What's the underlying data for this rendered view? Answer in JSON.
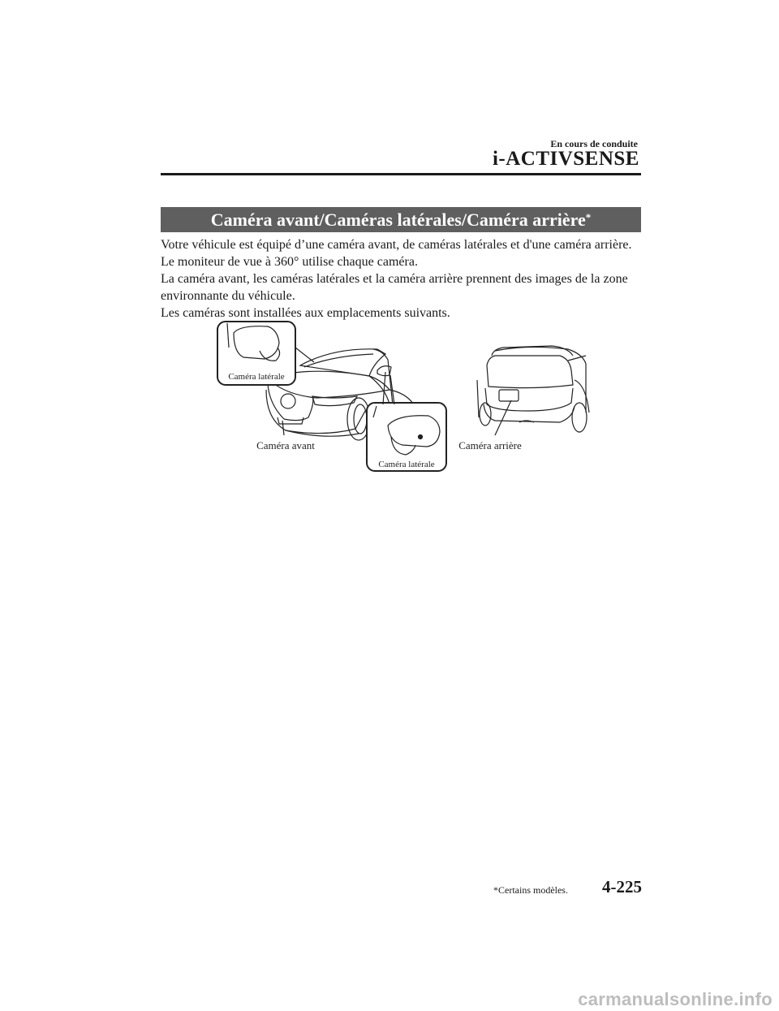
{
  "header": {
    "chapter": "En cours de conduite",
    "section": "i-ACTIVSENSE"
  },
  "banner": {
    "title": "Caméra avant/Caméras latérales/Caméra arrière",
    "asterisk": "*"
  },
  "body": {
    "lines": [
      "Votre véhicule est équipé d’une caméra avant, de caméras latérales et d'une caméra arrière.",
      "Le moniteur de vue à 360° utilise chaque caméra.",
      "La caméra avant, les caméras latérales et la caméra arrière prennent des images de la zone",
      "environnante du véhicule.",
      "Les caméras sont installées aux emplacements suivants."
    ]
  },
  "figure": {
    "label_side_camera_top": "Caméra latérale",
    "label_side_camera_bottom": "Caméra latérale",
    "label_front_camera": "Caméra avant",
    "label_rear_camera": "Caméra arrière"
  },
  "footer": {
    "note": "*Certains modèles.",
    "page": "4-225"
  },
  "watermark": "carmanualsonline.info"
}
